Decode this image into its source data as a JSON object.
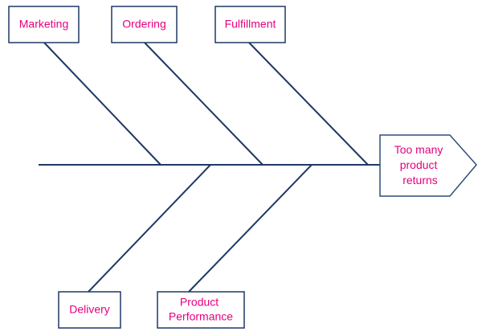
{
  "colors": {
    "label_text": "#e6007e",
    "bone_line": "#1f3864",
    "box_border": "#1f3864"
  },
  "problem": {
    "lines": [
      "Too many",
      "product",
      "returns"
    ]
  },
  "causes_top": [
    {
      "label": "Marketing"
    },
    {
      "label": "Ordering"
    },
    {
      "label": "Fulfillment"
    }
  ],
  "causes_bottom": [
    {
      "label": "Delivery"
    },
    {
      "label": "Product Performance",
      "lines": [
        "Product",
        "Performance"
      ]
    }
  ]
}
